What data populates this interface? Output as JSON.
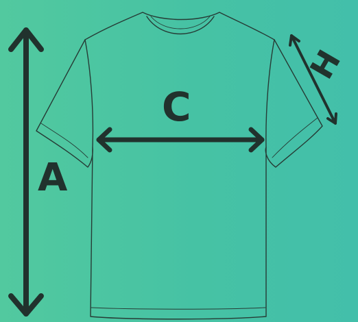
{
  "labels": {
    "a": "A",
    "c": "C",
    "h": "H"
  },
  "colors": {
    "background_left": "#52c99f",
    "background_right": "#43bfaa",
    "outline": "#263b35",
    "arrow": "#21322d"
  }
}
